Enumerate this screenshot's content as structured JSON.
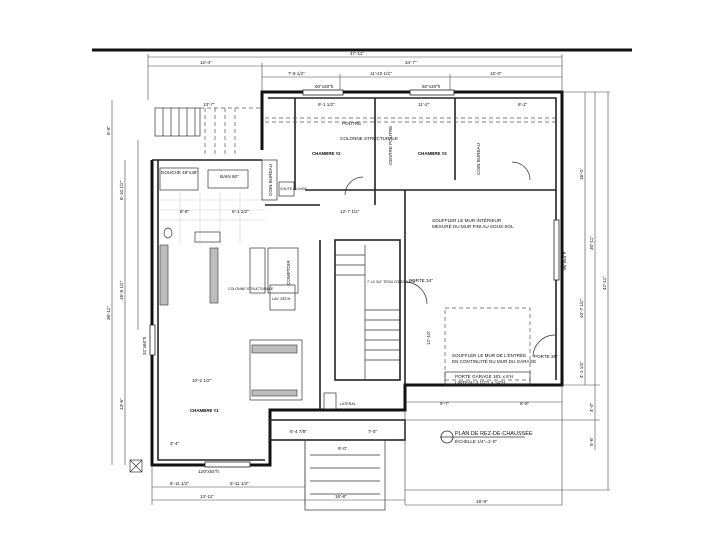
{
  "plan": {
    "title": "PLAN DE REZ-DE-CHAUSSÉE",
    "scale": "ÉCHELLE 1/4\"=1'-0\"",
    "rooms": {
      "chambre2": "CHAMBRE #2",
      "chambre3": "CHAMBRE #3",
      "chambre1": "CHAMBRE #1"
    },
    "labels": {
      "colonne_top": "COLONNE STRUCTURALE",
      "poutre": "POUTRE",
      "centre_poutre": "CENTRE POUTRE",
      "coin_bureau_left": "COIN BUREAU",
      "coin_bureau_right": "COIN BUREAU",
      "douche": "DOUCHE 48\"x36\"",
      "bain": "BAIN 60\"",
      "chute": "CHUTE À LINGE",
      "comptoir": "COMPTOIR",
      "colonne_mid": "COLONNE STRUCTURALE",
      "lav_sech": "LAV. SÉCH.",
      "trou_escalier": "7'-10 3/4\" TROU D'ESCALIER",
      "souffler1_a": "SOUFFLER LE MUR INTÉRIEUR",
      "souffler1_b": "MESURÉ DU MUR FINI AU SOUS-SOL",
      "souffler2_a": "SOUFFLER LE MUR DE L'ENTRÉE",
      "souffler2_b": "EN CONTINUITÉ DU MUR DU GARAGE",
      "porte34": "PORTE 34\"",
      "porte36": "PORTE 36\"",
      "porte_garage_a": "PORTE GARAGE 16'L x 8'H",
      "porte_garage_b": "LINTEAU 3 1/2\"L x 14\"H",
      "window_top1": "60\"x30\"h",
      "window_top2": "60\"x30\"h",
      "window_bottom": "120\"x54\"h",
      "window_left": "32\"x60\"h",
      "window_right": "96\"x54\"h",
      "lateral": "LATÉRAL"
    },
    "dimensions": {
      "overall_width": "47'-11\"",
      "top_left": "12'-4\"",
      "top_right": "34'-7\"",
      "top_a": "7'-8 1/2\"",
      "top_b": "11'-10 1/2\"",
      "top_c": "15'-0\"",
      "stair_w": "13'-7\"",
      "room2_w": "9'-1 1/2\"",
      "room3_w": "11'-2\"",
      "right_w": "8'-1\"",
      "hall_w": "12'-7 1/2\"",
      "bath_a": "8'-8\"",
      "bath_b": "5'-1 1/2\"",
      "left_a": "6'-8\"",
      "left_b": "6'-10 1/2\"",
      "left_c": "16'-8 1/2\"",
      "left_total": "36'-11\"",
      "left_d": "13'-6\"",
      "right_a": "16'-0\"",
      "right_b": "30'-11\"",
      "right_total": "42'-11\"",
      "right_c": "10'-7 1/2\"",
      "right_d": "4'-1 1/2\"",
      "right_e": "4'-0\"",
      "right_f": "5'-6\"",
      "bottom_a": "6'-11 1/2\"",
      "bottom_b": "6'-11 1/2\"",
      "bottom_total_left": "13'-11\"",
      "bottom_steps": "16'-8\"",
      "bottom_total_right": "18'-8\"",
      "garage_a": "9'-7\"",
      "garage_b": "8'-8\"",
      "entry_a": "6'-4 7/8\"",
      "entry_b": "7'-5\"",
      "steps_w": "9'-0\"",
      "room1_w": "10'-2 1/2\"",
      "room1_a": "3'-4\"",
      "garage_depth": "12'-10\""
    }
  }
}
